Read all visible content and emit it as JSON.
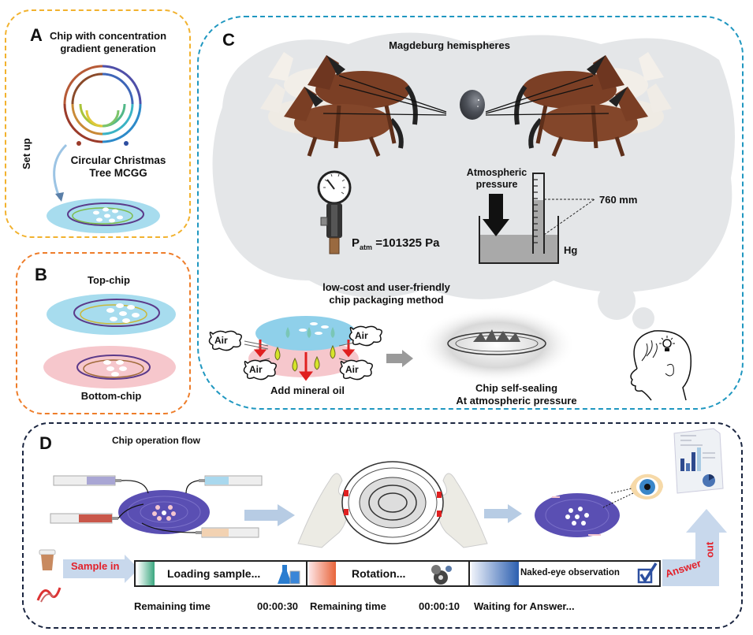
{
  "panels": {
    "a": {
      "letter": "A",
      "title_line1": "Chip with concentration",
      "title_line2": "gradient generation",
      "arrow_label": "Set up",
      "chip_name_line1": "Circular Christmas",
      "chip_name_line2": "Tree MCGG",
      "border_color": "#f2b22e"
    },
    "b": {
      "letter": "B",
      "top_label": "Top-chip",
      "bottom_label": "Bottom-chip",
      "border_color": "#ee7d2a"
    },
    "c": {
      "letter": "C",
      "magdeburg_title": "Magdeburg hemispheres",
      "gauge_label_prefix": "P",
      "gauge_label_sub": "atm",
      "gauge_label_value": " =101325 Pa",
      "atm_line1": "Atmospheric",
      "atm_line2": "pressure",
      "column_height": "760 mm",
      "liquid": "Hg",
      "method_line1": "low-cost and user-friendly",
      "method_line2": "chip packaging method",
      "air_labels": [
        "Air",
        "Air",
        "Air",
        "Air"
      ],
      "oil_label": "Add mineral oil",
      "seal_line1": "Chip self-sealing",
      "seal_line2": "At atmospheric pressure",
      "border_color": "#1f97c0"
    },
    "d": {
      "letter": "D",
      "title": "Chip operation flow",
      "sample_in": "Sample in",
      "steps": [
        {
          "label": "Loading sample...",
          "time_label": "Remaining time",
          "time_value": "00:00:30",
          "icon": "flask-icon",
          "accent": "#3aa77f"
        },
        {
          "label": "Rotation...",
          "time_label": "Remaining time",
          "time_value": "00:00:10",
          "icon": "gear-icon",
          "accent": "#e8643a"
        },
        {
          "label": "Naked-eye observation",
          "time_label": "Waiting for Answer...",
          "time_value": "",
          "icon": "checkbox-icon",
          "accent": "#2c5fb0"
        }
      ],
      "answer_out_1": "Answer",
      "answer_out_2": "out",
      "border_color": "#1a2540"
    }
  },
  "colors": {
    "cloud": "#e4e6e8",
    "chip_top": "#a7dcee",
    "chip_bottom": "#f6c7cc",
    "chip_purple": "#5a4fb3",
    "arrow_gray": "#9a9a9a",
    "arrow_blue": "#b7cce4",
    "label_red": "#e3202a"
  }
}
